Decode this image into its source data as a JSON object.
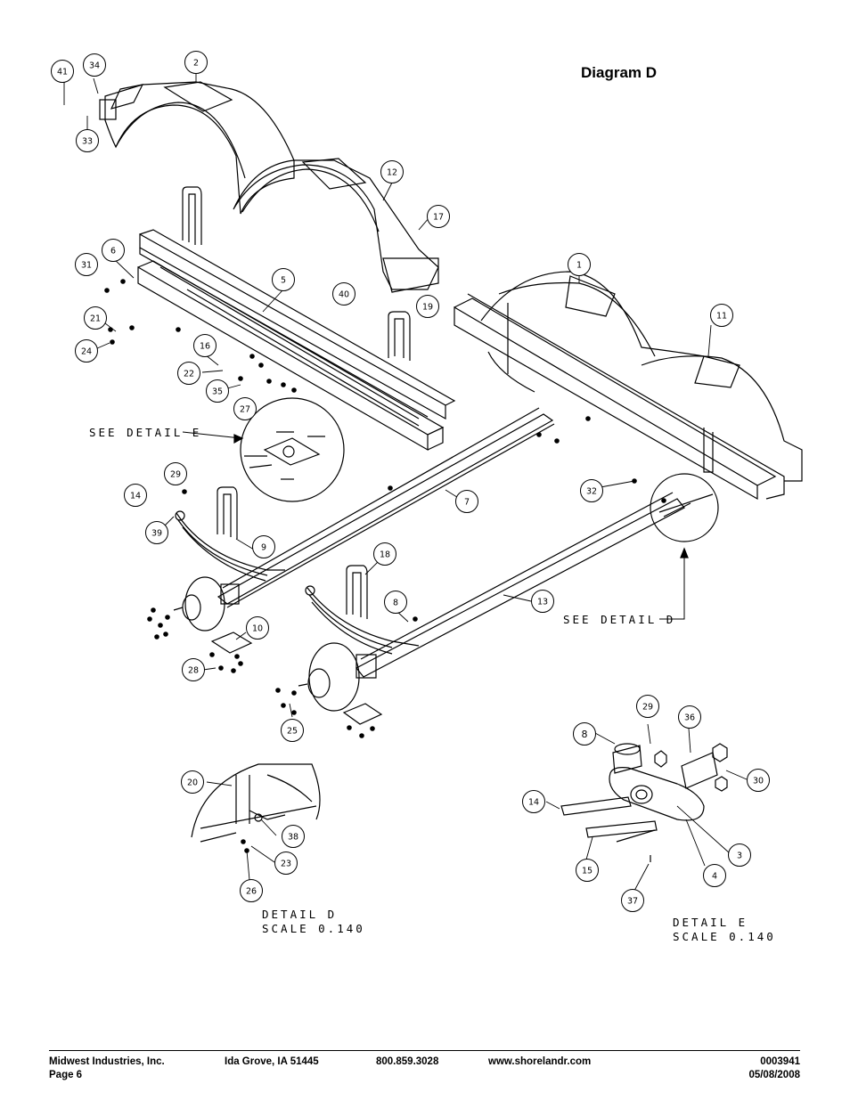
{
  "diagram": {
    "title": "Diagram D",
    "callouts": [
      "41",
      "34",
      "2",
      "33",
      "12",
      "17",
      "6",
      "31",
      "5",
      "40",
      "19",
      "1",
      "11",
      "21",
      "24",
      "16",
      "22",
      "35",
      "27",
      "29",
      "14",
      "39",
      "9",
      "7",
      "32",
      "18",
      "8",
      "13",
      "10",
      "28",
      "25",
      "20",
      "38",
      "23",
      "26",
      "29",
      "36",
      "30",
      "14",
      "15",
      "37",
      "4",
      "3"
    ],
    "callout_8_detail": "8",
    "detail_labels": {
      "see_detail_e": "SEE DETAIL E",
      "see_detail_d": "SEE DETAIL D",
      "detail_d": "DETAIL D",
      "detail_d_scale": "SCALE 0.140",
      "detail_e": "DETAIL E",
      "detail_e_scale": "SCALE 0.140"
    }
  },
  "footer": {
    "company": "Midwest Industries, Inc.",
    "page": "Page 6",
    "location": "Ida Grove, IA  51445",
    "phone": "800.859.3028",
    "website": "www.shorelandr.com",
    "doc_number": "0003941",
    "date": "05/08/2008"
  }
}
